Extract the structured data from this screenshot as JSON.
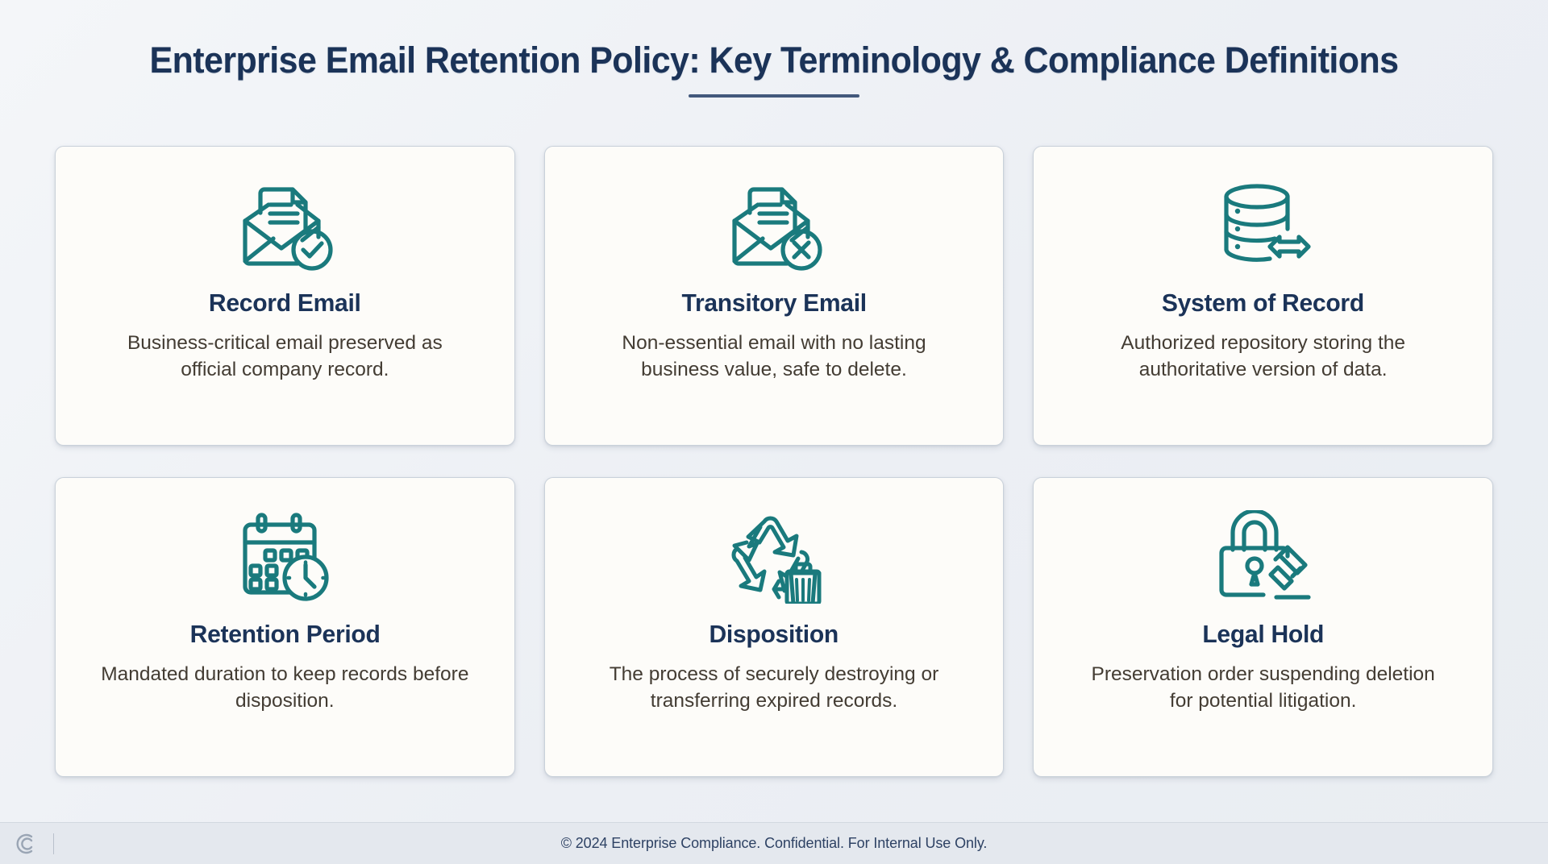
{
  "header": {
    "title": "Enterprise Email Retention Policy: Key Terminology & Compliance Definitions"
  },
  "theme": {
    "navy": "#1b3358",
    "teal": "#1a7a7d",
    "card_bg": "#fdfcf9",
    "card_border": "#c9d1da",
    "page_bg": "#eef1f5",
    "body_text": "#433c33",
    "footer_bg": "#e4e8ee"
  },
  "cards": [
    {
      "icon": "envelope-document-check-icon",
      "title": "Record Email",
      "description": "Business-critical email preserved as official company record."
    },
    {
      "icon": "envelope-document-cross-icon",
      "title": "Transitory Email",
      "description": "Non-essential email with no lasting business value, safe to delete."
    },
    {
      "icon": "database-transfer-icon",
      "title": "System of Record",
      "description": "Authorized repository storing the authoritative version of data."
    },
    {
      "icon": "calendar-clock-icon",
      "title": "Retention Period",
      "description": "Mandated duration to keep records before disposition."
    },
    {
      "icon": "recycle-trash-icon",
      "title": "Disposition",
      "description": "The process of securely destroying or transferring expired records."
    },
    {
      "icon": "lock-gavel-icon",
      "title": "Legal Hold",
      "description": "Preservation order suspending deletion for potential litigation."
    }
  ],
  "footer": {
    "logo": "c-monogram-logo",
    "text": "© 2024 Enterprise Compliance. Confidential. For Internal Use Only."
  }
}
